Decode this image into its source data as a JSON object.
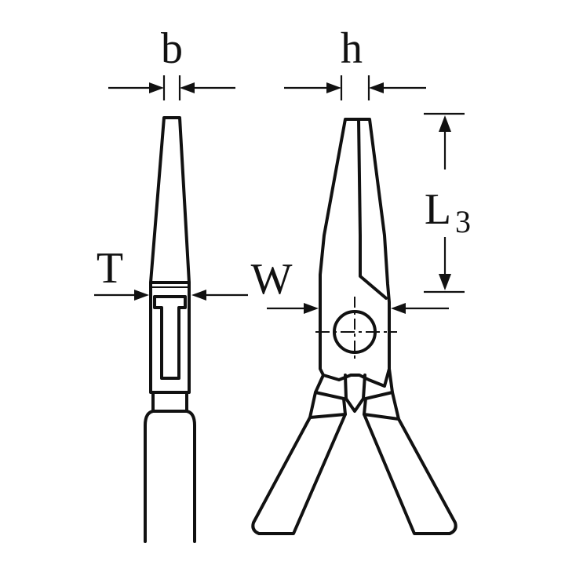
{
  "labels": {
    "b": "b",
    "h": "h",
    "T": "T",
    "W": "W",
    "L": "L",
    "L_sub": "3"
  },
  "colors": {
    "ink": "#111111",
    "background": "#ffffff"
  }
}
